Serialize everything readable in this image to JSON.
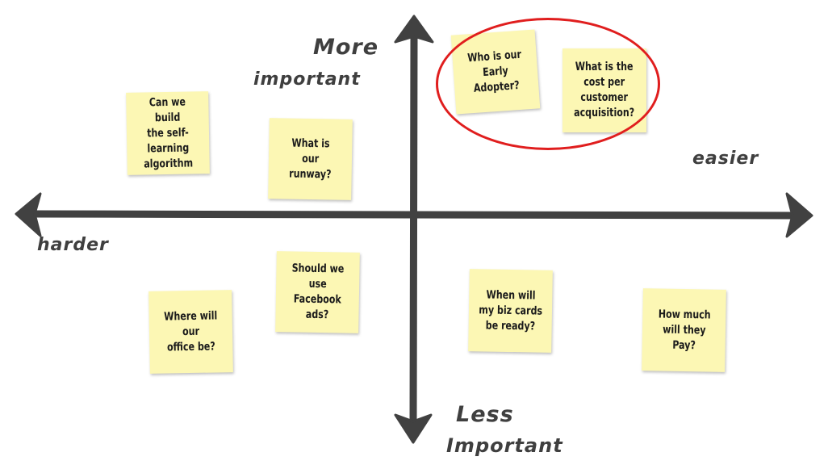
{
  "axes": {
    "vertical": {
      "top_label_line1": "More",
      "top_label_line2": "important",
      "bottom_label_line1": "Less",
      "bottom_label_line2": "Important"
    },
    "horizontal": {
      "right_label": "easier",
      "left_label": "harder"
    },
    "color": "#414141"
  },
  "highlight": {
    "color": "#e01e1e",
    "shape": "ellipse",
    "encloses": [
      "note-early-adopter",
      "note-cost-per-acquisition"
    ]
  },
  "notes": [
    {
      "id": "early-adopter",
      "text": "Who is our\nEarly\nAdopter?",
      "quadrant": "more-important-easier"
    },
    {
      "id": "cost-per-acquisition",
      "text": "What is the\ncost per\ncustomer\nacquisition?",
      "quadrant": "more-important-easier"
    },
    {
      "id": "self-learning",
      "text": "Can we build\nthe self-\nlearning\nalgorithm",
      "quadrant": "more-important-harder"
    },
    {
      "id": "runway",
      "text": "What is\nour\nrunway?",
      "quadrant": "more-important-harder"
    },
    {
      "id": "facebook-ads",
      "text": "Should we\nuse Facebook\nads?",
      "quadrant": "less-important-harder"
    },
    {
      "id": "office",
      "text": "Where will\nour\noffice be?",
      "quadrant": "less-important-harder"
    },
    {
      "id": "biz-cards",
      "text": "When will\nmy biz cards\nbe ready?",
      "quadrant": "less-important-easier"
    },
    {
      "id": "pay",
      "text": "How much\nwill they\nPay?",
      "quadrant": "less-important-easier"
    }
  ],
  "note_color": "#fcf7b4"
}
